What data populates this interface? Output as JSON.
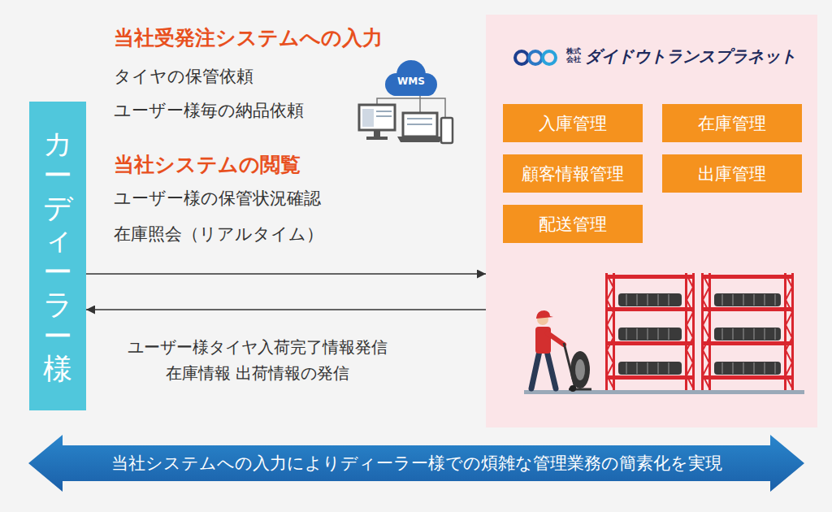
{
  "diagram": {
    "nodes": [
      {
        "text": [
          "カーディーラー様"
        ]
      },
      {
        "text": [
          "株式会社",
          "ダイドウトランスプラネット"
        ]
      },
      {
        "text": [
          "入庫管理"
        ],
        "in": 1
      },
      {
        "text": [
          "在庫管理"
        ],
        "in": 1
      },
      {
        "text": [
          "顧客情報管理"
        ],
        "in": 1
      },
      {
        "text": [
          "出庫管理"
        ],
        "in": 1
      },
      {
        "text": [
          "配送管理"
        ],
        "in": 1
      },
      {
        "text": [
          "当社システムへの入力によりディーラー様での煩雑な管理業務の簡素化を実現"
        ]
      }
    ],
    "edges": [
      {
        "from": 0,
        "to": 1,
        "arrow": "to"
      },
      {
        "from": 1,
        "to": 0,
        "arrow": "to",
        "label": "ユーザー様タイヤ入荷完了情報発信 在庫情報 出荷情報の発信"
      }
    ],
    "labels": [
      "当社受発注システムへの入力",
      "タイヤの保管依頼",
      "ユーザー様毎の納品依頼",
      "当社システムの閲覧",
      "ユーザー様の保管状況確認",
      "在庫照会（リアルタイム）",
      "WMS"
    ]
  }
}
